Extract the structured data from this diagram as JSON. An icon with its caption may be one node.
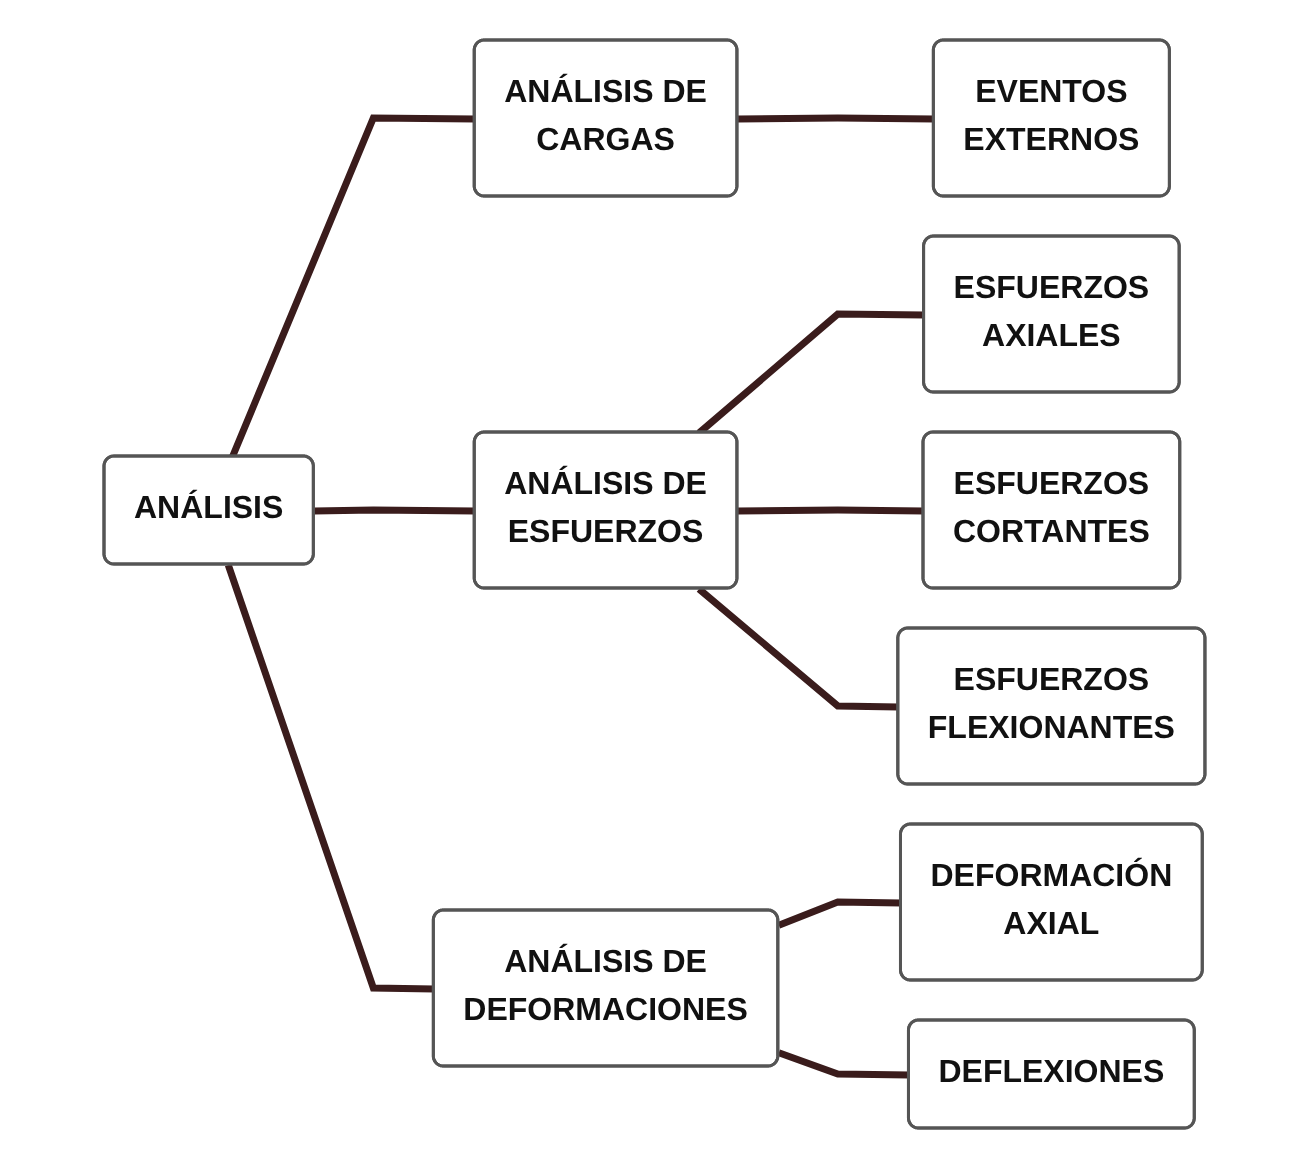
{
  "diagram": {
    "nodes": [
      {
        "text": [
          "ANÁLISIS"
        ]
      },
      {
        "text": [
          "ANÁLISIS DE CARGAS"
        ]
      },
      {
        "text": [
          "EVENTOS EXTERNOS"
        ]
      },
      {
        "text": [
          "ANÁLISIS DE ESFUERZOS"
        ]
      },
      {
        "text": [
          "ESFUERZOS AXIALES"
        ]
      },
      {
        "text": [
          "ESFUERZOS CORTANTES"
        ]
      },
      {
        "text": [
          "ESFUERZOS FLEXIONANTES"
        ]
      },
      {
        "text": [
          "ANÁLISIS DE DEFORMACIONES"
        ]
      },
      {
        "text": [
          "DEFORMACIÓN AXIAL"
        ]
      },
      {
        "text": [
          "DEFLEXIONES"
        ]
      }
    ],
    "edges": [
      {
        "from": 0,
        "to": 1,
        "arrow": "none"
      },
      {
        "from": 0,
        "to": 3,
        "arrow": "none"
      },
      {
        "from": 0,
        "to": 7,
        "arrow": "none"
      },
      {
        "from": 1,
        "to": 2,
        "arrow": "none"
      },
      {
        "from": 3,
        "to": 4,
        "arrow": "none"
      },
      {
        "from": 3,
        "to": 5,
        "arrow": "none"
      },
      {
        "from": 3,
        "to": 6,
        "arrow": "none"
      },
      {
        "from": 7,
        "to": 8,
        "arrow": "none"
      },
      {
        "from": 7,
        "to": 9,
        "arrow": "none"
      }
    ]
  }
}
